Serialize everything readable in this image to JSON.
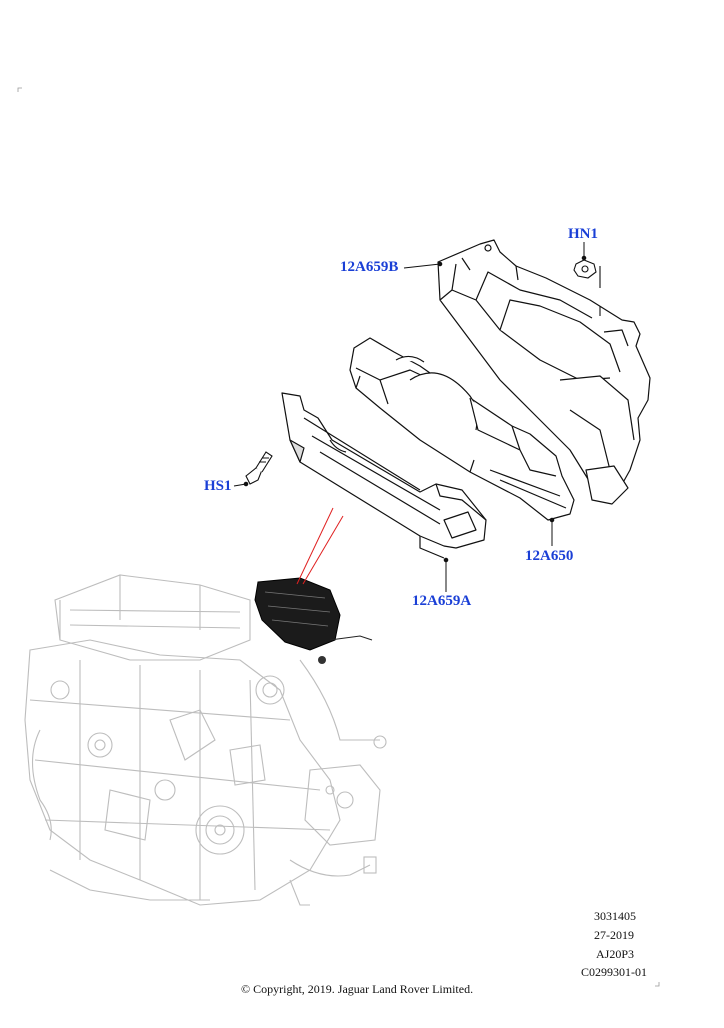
{
  "callouts": {
    "hn1": "HN1",
    "b12a659b": "12A659B",
    "hs1": "HS1",
    "a12a650": "12A650",
    "a12a659a": "12A659A"
  },
  "reference": {
    "line1": "3031405",
    "line2": "27-2019",
    "line3": "AJ20P3",
    "line4": "C0299301-01"
  },
  "copyright": "© Copyright, 2019. Jaguar Land Rover Limited.",
  "colors": {
    "callout": "#1a3fd6",
    "line": "#111111",
    "ghost": "#bdbdbd",
    "highlight": "#e02020"
  }
}
